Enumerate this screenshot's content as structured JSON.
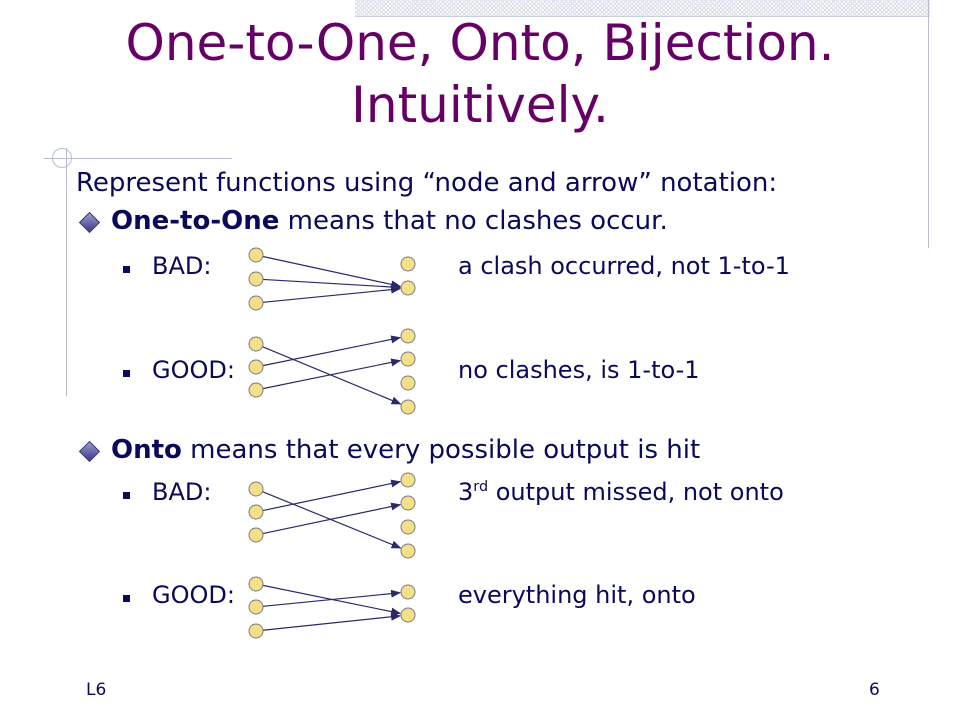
{
  "title": {
    "line1": "One-to-One,  Onto,  Bijection.",
    "line2": "Intuitively."
  },
  "intro": "Represent functions using “node and arrow” notation:",
  "one_to_one": {
    "term": "One-to-One",
    "rest": " means that no clashes occur.",
    "bad": {
      "label": "BAD:",
      "caption": "a clash occurred,  not 1-to-1"
    },
    "good": {
      "label": "GOOD:",
      "caption": "no clashes, is 1-to-1"
    }
  },
  "onto": {
    "term": "Onto",
    "rest": " means that every possible output is hit",
    "bad": {
      "label": "BAD:",
      "caption_prefix": "3",
      "caption_sup": "rd",
      "caption_rest": " output missed,  not onto"
    },
    "good": {
      "label": "GOOD:",
      "caption": "everything hit, onto"
    }
  },
  "footer": {
    "left": "L6",
    "right": "6"
  },
  "colors": {
    "title": "#660066",
    "text": "#0a0a5a",
    "node_fill": "#f5e08a",
    "node_stroke": "#7a7a7a",
    "arrow": "#2a2a6a"
  }
}
